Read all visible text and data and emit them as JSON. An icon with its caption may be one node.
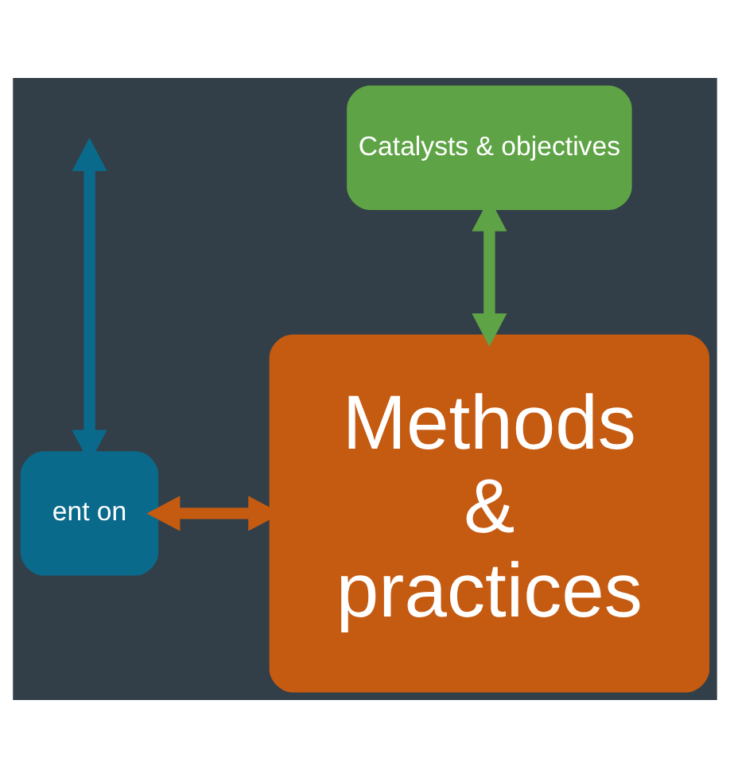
{
  "diagram": {
    "nodes": [
      {
        "text": [
          "Catalysts & objectives"
        ]
      },
      {
        "text": [
          "Methods & practices"
        ]
      },
      {
        "text": [
          "ent on"
        ]
      }
    ],
    "edges": [
      {
        "from": 0,
        "to": 1,
        "arrow": "both",
        "color": "#5ea345"
      },
      {
        "from": 2,
        "to": 1,
        "arrow": "both",
        "color": "#c55a11"
      },
      {
        "from": 2,
        "to": null,
        "arrow": "both",
        "color": "#0a6a8c"
      }
    ]
  }
}
